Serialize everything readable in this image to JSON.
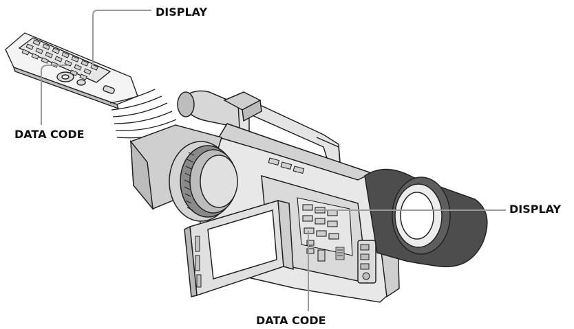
{
  "labels": {
    "remote_display": "DISPLAY",
    "remote_data_code": "DATA CODE",
    "camera_display": "DISPLAY",
    "camera_data_code": "DATA CODE"
  },
  "colors": {
    "leader_line": "#9a9a9a",
    "outline": "#222222",
    "panel_fill": "#e2e2e2",
    "dark_fill": "#4a4a4a",
    "screen_fill": "#ffffff"
  }
}
